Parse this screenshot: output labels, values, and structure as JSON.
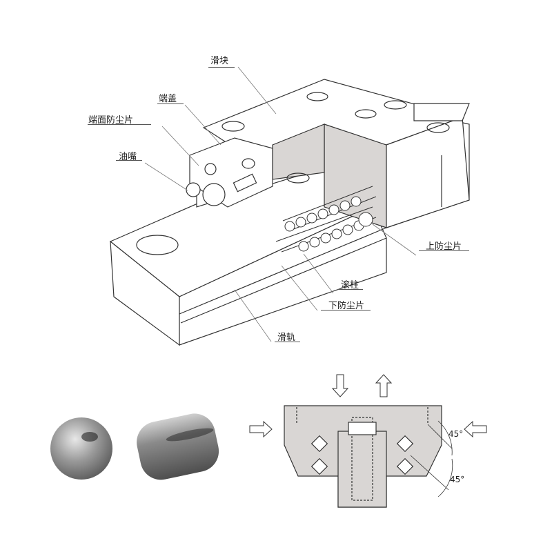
{
  "labels": {
    "slider": "滑块",
    "end_cap": "端盖",
    "end_seal": "端面防尘片",
    "grease_nipple": "油嘴",
    "top_seal": "上防尘片",
    "roller": "滚柱",
    "bottom_seal": "下防尘片",
    "rail": "滑轨"
  },
  "angles": [
    "45°",
    "45°"
  ],
  "colors": {
    "section_fill": "#d9d6d4",
    "line": "#333333",
    "leader": "#777777"
  }
}
